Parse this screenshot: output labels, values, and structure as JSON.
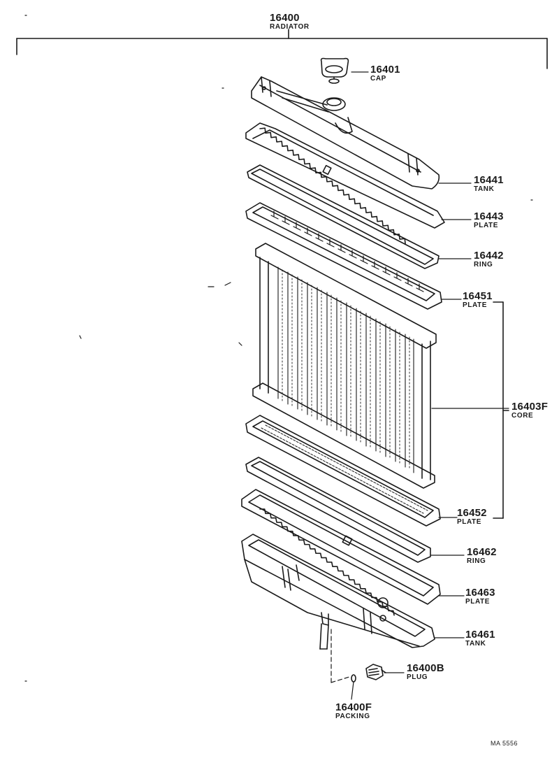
{
  "assembly": {
    "part_no": "16400",
    "name": "RADIATOR"
  },
  "parts": [
    {
      "id": "cap",
      "part_no": "16401",
      "name": "CAP"
    },
    {
      "id": "upper-tank",
      "part_no": "16441",
      "name": "TANK"
    },
    {
      "id": "upper-plate",
      "part_no": "16443",
      "name": "PLATE"
    },
    {
      "id": "upper-ring",
      "part_no": "16442",
      "name": "RING"
    },
    {
      "id": "core-top-plate",
      "part_no": "16451",
      "name": "PLATE"
    },
    {
      "id": "core",
      "part_no": "16403F",
      "name": "CORE"
    },
    {
      "id": "core-bottom-plate",
      "part_no": "16452",
      "name": "PLATE"
    },
    {
      "id": "lower-ring",
      "part_no": "16462",
      "name": "RING"
    },
    {
      "id": "lower-plate",
      "part_no": "16463",
      "name": "PLATE"
    },
    {
      "id": "lower-tank",
      "part_no": "16461",
      "name": "TANK"
    },
    {
      "id": "drain-plug",
      "part_no": "16400B",
      "name": "PLUG"
    },
    {
      "id": "packing",
      "part_no": "16400F",
      "name": "PACKING"
    }
  ],
  "drawing_code": "MA 5556"
}
